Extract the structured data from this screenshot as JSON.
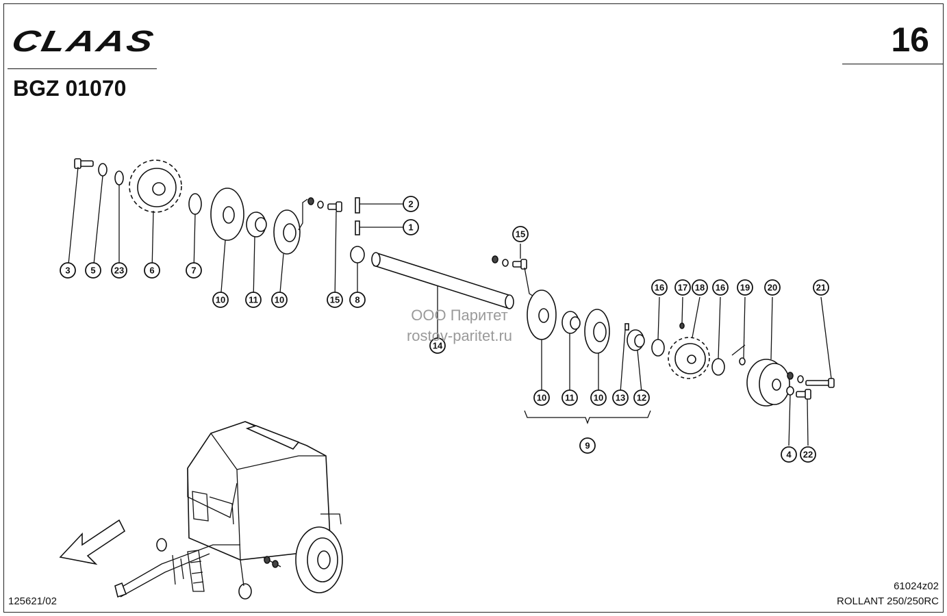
{
  "header": {
    "brand": "CLAAS",
    "page_number": "16",
    "diagram_code": "BGZ 01070"
  },
  "footer": {
    "drawing_number": "61024z02",
    "model": "ROLLANT 250/250RC",
    "sheet_ref": "125621/02"
  },
  "watermark": {
    "line1": "ООО Паритет",
    "line2": "rostov-paritet.ru"
  },
  "callouts": [
    {
      "label": "3"
    },
    {
      "label": "5"
    },
    {
      "label": "23"
    },
    {
      "label": "6"
    },
    {
      "label": "7"
    },
    {
      "label": "10"
    },
    {
      "label": "11"
    },
    {
      "label": "10"
    },
    {
      "label": "15"
    },
    {
      "label": "8"
    },
    {
      "label": "2"
    },
    {
      "label": "1"
    },
    {
      "label": "15"
    },
    {
      "label": "14"
    },
    {
      "label": "10"
    },
    {
      "label": "11"
    },
    {
      "label": "10"
    },
    {
      "label": "13"
    },
    {
      "label": "12"
    },
    {
      "label": "9"
    },
    {
      "label": "16"
    },
    {
      "label": "17"
    },
    {
      "label": "18"
    },
    {
      "label": "16"
    },
    {
      "label": "19"
    },
    {
      "label": "20"
    },
    {
      "label": "21"
    },
    {
      "label": "4"
    },
    {
      "label": "22"
    }
  ],
  "colors": {
    "ink": "#111111",
    "watermark": "#9a9a9a",
    "paper": "#ffffff"
  }
}
